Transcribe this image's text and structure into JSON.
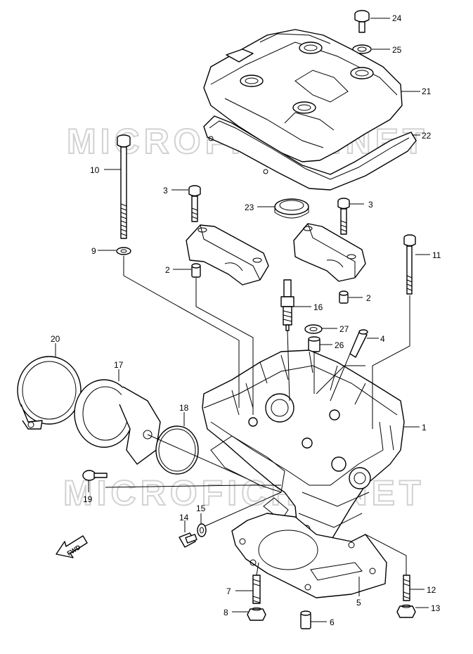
{
  "watermark": {
    "text": "MICROFICHE.NET"
  },
  "fwd": {
    "label": "FWD"
  },
  "callouts": {
    "p24": "24",
    "p25": "25",
    "p21": "21",
    "p22": "22",
    "p10": "10",
    "p3a": "3",
    "p3b": "3",
    "p23": "23",
    "p9": "9",
    "p11": "11",
    "p2a": "2",
    "p2b": "2",
    "p16": "16",
    "p27": "27",
    "p26": "26",
    "p4": "4",
    "p20": "20",
    "p17": "17",
    "p18": "18",
    "p1": "1",
    "p19": "19",
    "p15": "15",
    "p14": "14",
    "p7": "7",
    "p5": "5",
    "p12": "12",
    "p8": "8",
    "p6": "6",
    "p13": "13"
  }
}
